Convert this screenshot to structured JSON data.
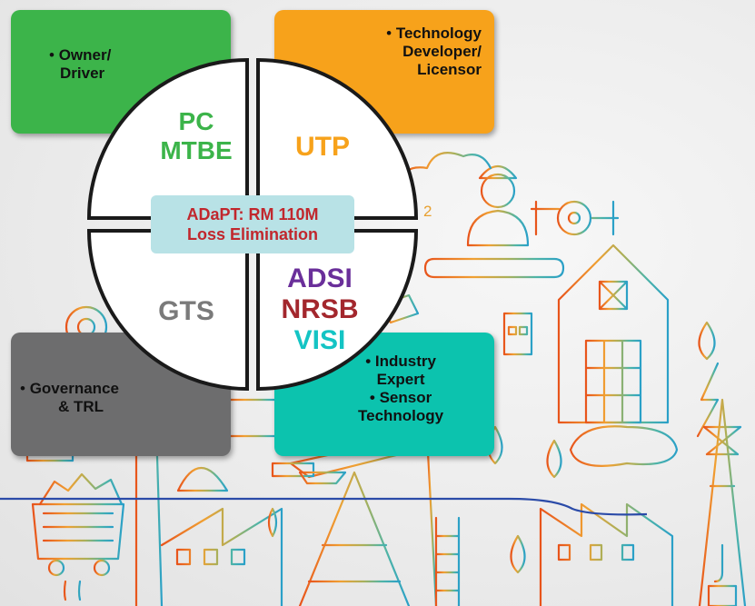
{
  "boxes": {
    "owner": {
      "bullet": "•",
      "lines": [
        "Owner/",
        "Driver"
      ],
      "color": "#3cb44a"
    },
    "tech": {
      "bullet": "•",
      "lines": [
        "Technology",
        "Developer/",
        "Licensor"
      ],
      "color": "#f7a21b"
    },
    "gov": {
      "bullet": "•",
      "lines": [
        "Governance",
        "& TRL"
      ],
      "color": "#6d6d6e"
    },
    "industry": {
      "lines": [
        "• Industry",
        "Expert",
        "• Sensor",
        "Technology"
      ],
      "color": "#0cc3ae"
    }
  },
  "quadrants": {
    "top_left": {
      "lines": [
        "PC",
        "MTBE"
      ],
      "color": "#3cb44a"
    },
    "top_right": {
      "lines": [
        "UTP"
      ],
      "color": "#f7a21b"
    },
    "bottom_left": {
      "lines": [
        "GTS"
      ],
      "color": "#7a7a7a"
    },
    "bottom_right": [
      {
        "text": "ADSI",
        "color": "#6a2f9a"
      },
      {
        "text": "NRSB",
        "color": "#a3272d"
      },
      {
        "text": "VISI",
        "color": "#14c4c4"
      }
    ]
  },
  "center": {
    "line1": "ADaPT: RM 110M",
    "line2": "Loss Elimination",
    "text_color": "#c1272d",
    "bg": "#b8e2e6"
  },
  "background_art": {
    "subscript": "2",
    "description_icons": [
      "factory-icon",
      "oil-pump-icon",
      "barn-icon",
      "power-tower-icon",
      "worker-icon",
      "mine-cart-icon",
      "droplet-icon",
      "valve-icon",
      "ship-icon",
      "lightning-icon"
    ]
  }
}
